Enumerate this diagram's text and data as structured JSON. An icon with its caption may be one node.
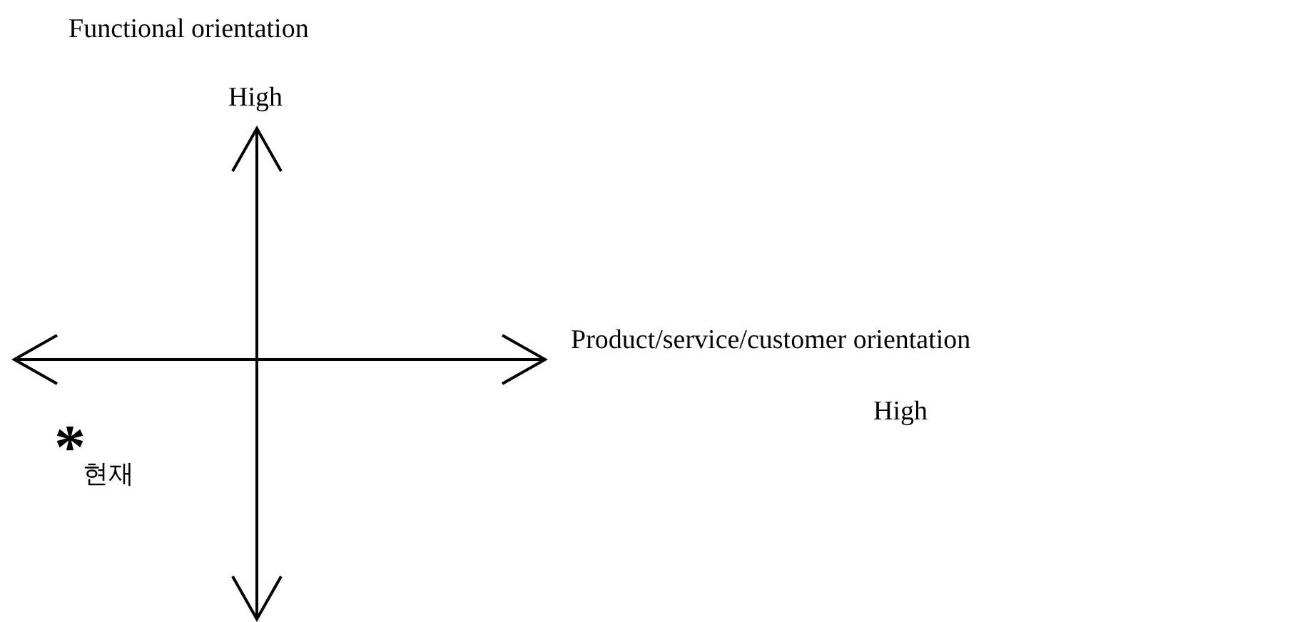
{
  "diagram": {
    "labels": [
      "Functional orientation",
      "High",
      "Product/service/customer orientation",
      "High",
      "*",
      "현재"
    ]
  }
}
